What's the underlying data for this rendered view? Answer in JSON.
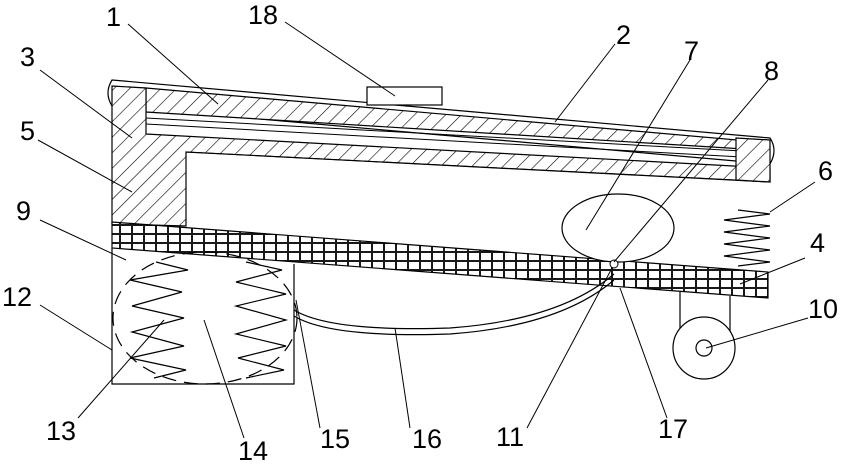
{
  "figure": {
    "type": "patent-style mechanical drawing",
    "labels": [
      "1",
      "2",
      "3",
      "4",
      "5",
      "6",
      "7",
      "8",
      "9",
      "10",
      "11",
      "12",
      "13",
      "14",
      "15",
      "16",
      "17",
      "18"
    ]
  }
}
